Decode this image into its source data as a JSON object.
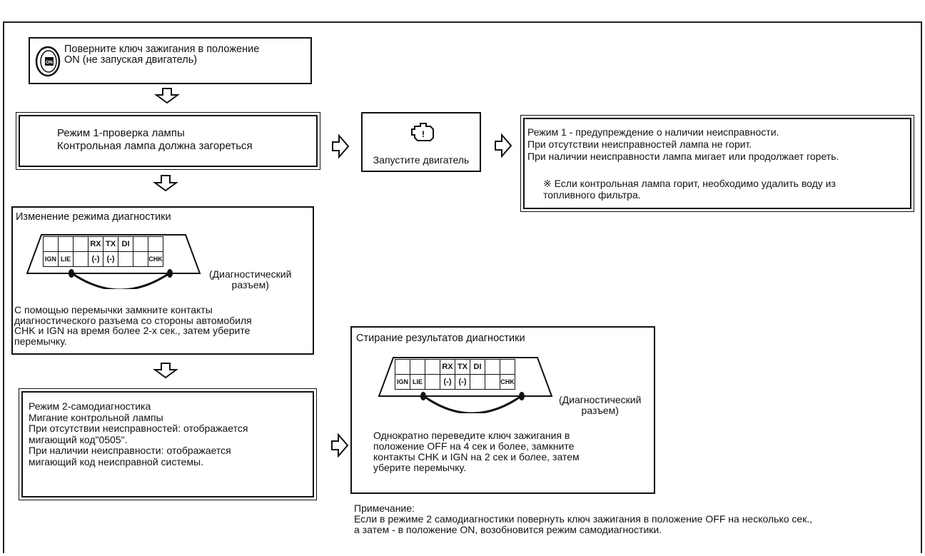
{
  "step1": {
    "icon": "ignition-key-icon",
    "key_label": "ON",
    "text": "Поверните ключ зажигания в положение\nON (не запуская двигатель)"
  },
  "step2": {
    "text": "Режим 1-проверка лампы\nКонтрольная лампа должна загореться"
  },
  "start_engine": {
    "icon": "check-engine-lamp-icon",
    "text": "Запустите двигатель"
  },
  "mode1_warning": {
    "text": "Режим 1 - предупреждение о наличии неисправности.\nПри отсутствии неисправностей лампа не горит.\nПри наличии неисправности лампа мигает или продолжает гореть.",
    "note": "※ Если контрольная лампа горит, необходимо удалить воду из\nтопливного фильтра."
  },
  "change_mode": {
    "title": "Изменение режима диагностики",
    "connector_label": "(Диагностический\nразъем)",
    "text": "С помощью перемычки замкните контакты\nдиагностического разъема со стороны автомобиля\nCHK и IGN на время более 2-х сек., затем уберите\nперемычку."
  },
  "connector": {
    "top_row": [
      "",
      "",
      "",
      "RX",
      "TX",
      "DI",
      "",
      ""
    ],
    "bottom_row": [
      "IGN",
      "LIE",
      "",
      "(-)",
      "(-)",
      "",
      "",
      "CHK"
    ]
  },
  "mode2": {
    "text": "Режим 2-самодиагностика\nМигание контрольной лампы\nПри отсутствии неисправностей: отображается\nмигающий код\"0505\".\nПри наличии неисправности: отображается\nмигающий код неисправной системы."
  },
  "erase": {
    "title": "Стирание результатов диагностики",
    "connector_label": "(Диагностический\nразъем)",
    "text": "Однократно переведите ключ зажигания в\nположение OFF на 4 сек и более, замкните\nконтакты CHK и IGN на 2 сек и более, затем\nуберите перемычку."
  },
  "footnote": {
    "title": "Примечание:",
    "text": "Если в режиме 2 самодиагностики повернуть ключ зажигания в положение OFF на несколько сек.,\nа затем - в положение ON, возобновится режим самодиагностики."
  }
}
